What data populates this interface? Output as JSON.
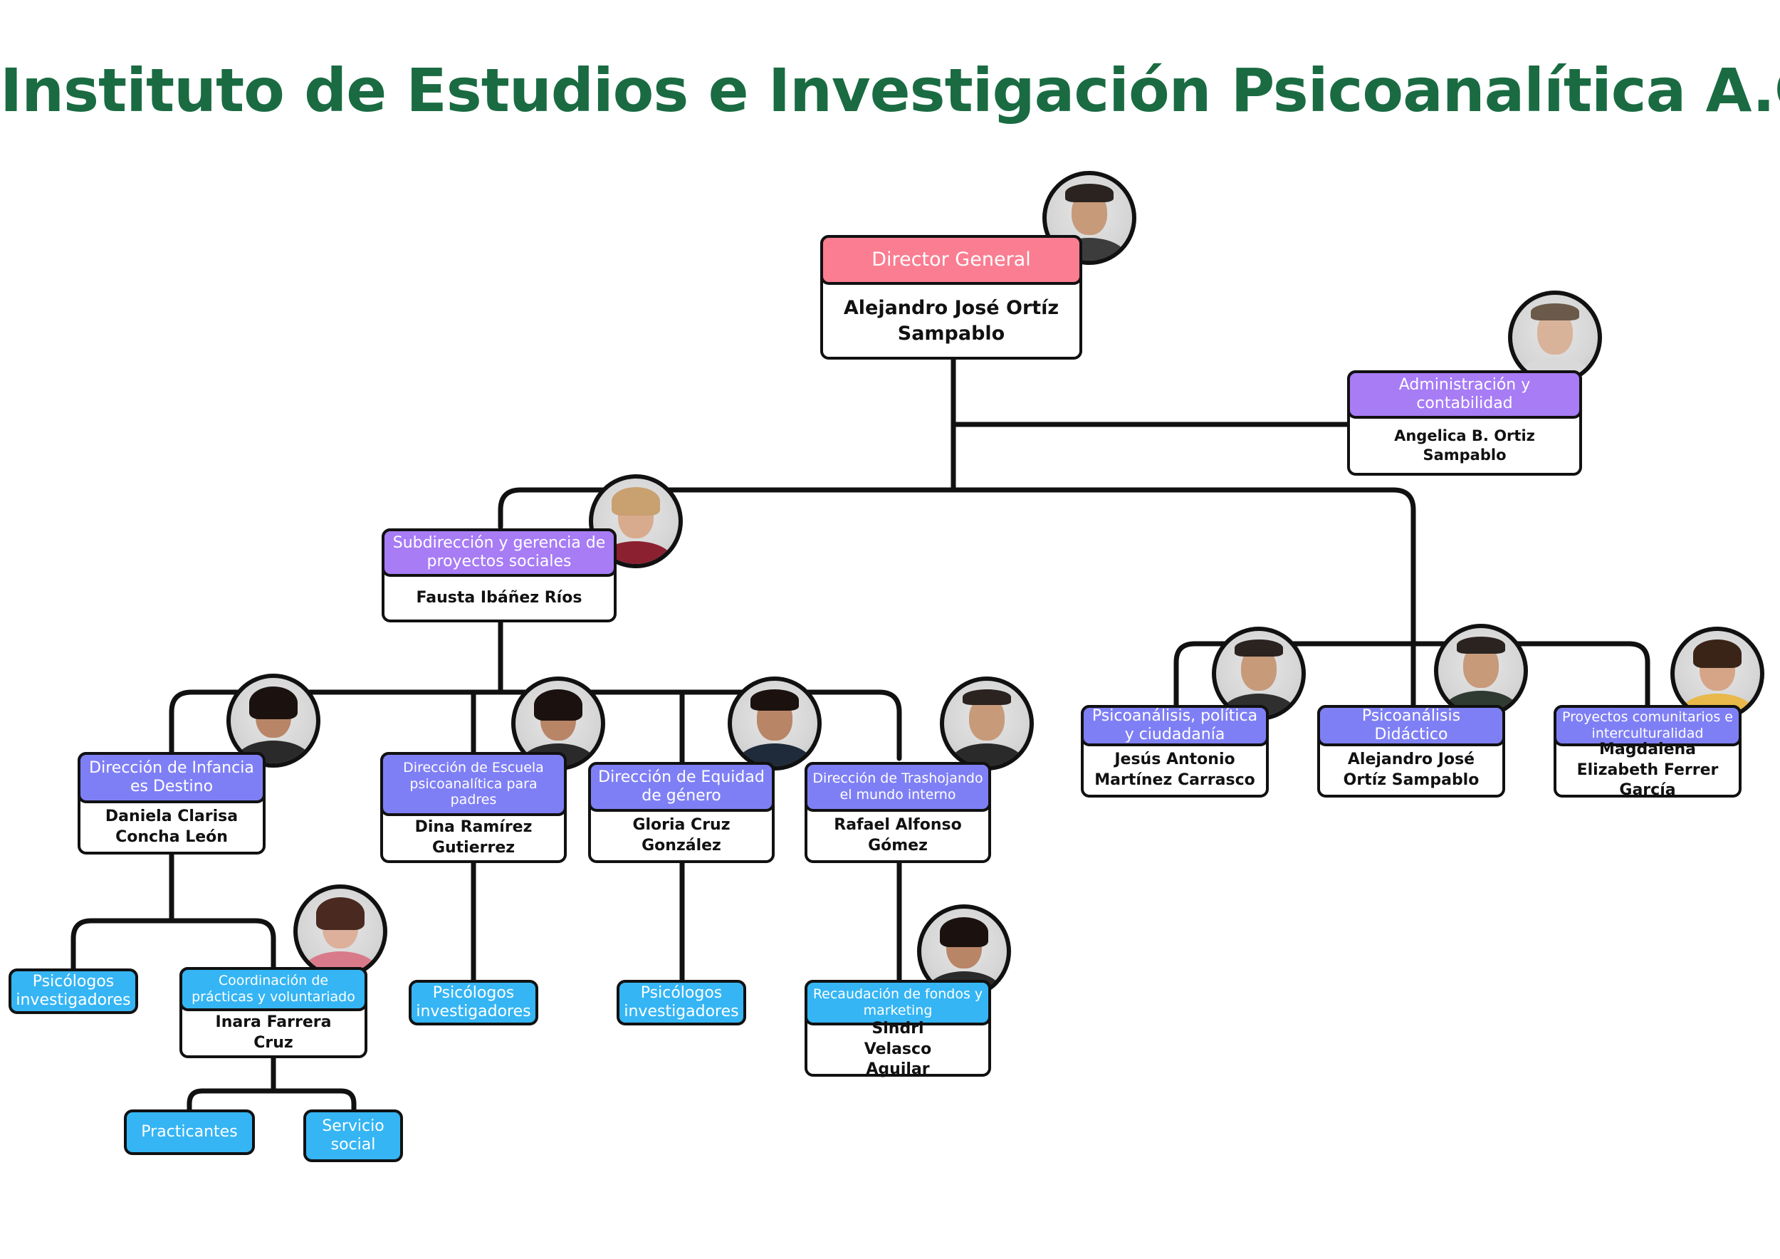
{
  "title": "Instituto de Estudios e Investigación Psicoanalítica A.C.",
  "colors": {
    "title": "#1a6b42",
    "director_header": "#fa7d91",
    "purple_header": "#a77cf5",
    "violet_header": "#7f7ff5",
    "blue_pill": "#35b5f4",
    "line": "#111111"
  },
  "director": {
    "role": "Director General",
    "name": "Alejandro José Ortíz Sampablo"
  },
  "administracion": {
    "role": "Administración y contabilidad",
    "name": "Angelica B. Ortiz Sampablo"
  },
  "subdireccion": {
    "role": "Subdirección y gerencia de proyectos sociales",
    "name": "Fausta Ibáñez Ríos"
  },
  "psico_politica": {
    "role": "Psicoanálisis, política y ciudadanía",
    "name": "Jesús Antonio Martínez Carrasco"
  },
  "psico_didactico": {
    "role": "Psicoanálisis Didáctico",
    "name": "Alejandro José Ortíz Sampablo"
  },
  "proyectos": {
    "role": "Proyectos comunitarios e interculturalidad",
    "name": "Magdalena Elizabeth Ferrer García"
  },
  "infancia": {
    "role": "Dirección de Infancia es Destino",
    "name": "Daniela Clarisa Concha León"
  },
  "escuela": {
    "role": "Dirección de Escuela psicoanalítica para padres",
    "name": "Dina Ramírez Gutierrez"
  },
  "equidad": {
    "role": "Dirección de Equidad de género",
    "name": "Gloria Cruz González"
  },
  "trashojando": {
    "role": "Dirección de Trashojando el mundo interno",
    "name": "Rafael Alfonso Gómez"
  },
  "coordinacion": {
    "role": "Coordinación de prácticas y voluntariado",
    "name": "Inara Farrera Cruz"
  },
  "recaudacion": {
    "role": "Recaudación de fondos y marketing",
    "name": "Sindri Velasco Aguilar"
  },
  "pills": {
    "psicologos_1": "Psicólogos investigadores",
    "psicologos_2": "Psicólogos investigadores",
    "psicologos_3": "Psicólogos investigadores",
    "practicantes": "Practicantes",
    "servicio": "Servicio social"
  }
}
